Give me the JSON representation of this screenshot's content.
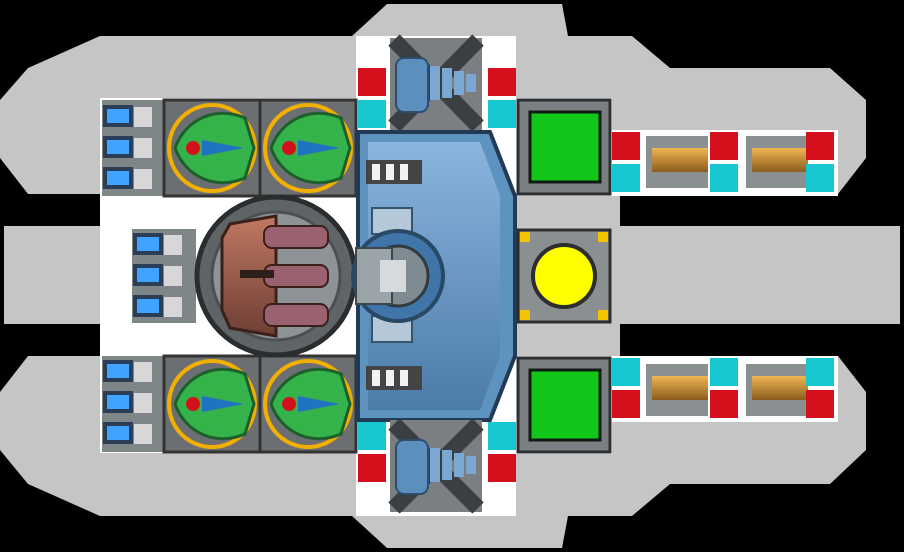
{
  "scene": {
    "background_color": "#000000",
    "hull_color": "#c5c5c5",
    "panel_color": "#ffffff"
  },
  "modules": {
    "thruster_rows": [
      "thruster-top-left",
      "thruster-middle-left",
      "thruster-bottom-left"
    ],
    "green_turrets": [
      "turret-top-1",
      "turret-top-2",
      "turret-bottom-1",
      "turret-bottom-2"
    ],
    "core": "core-reactor",
    "generator": "energy-orb",
    "screens": [
      "screen-top",
      "screen-bottom"
    ],
    "cannons": [
      "cannon-top-1",
      "cannon-top-2",
      "cannon-bottom-1",
      "cannon-bottom-2"
    ]
  },
  "colors": {
    "turret_green": "#34b34a",
    "turret_ring": "#f1b000",
    "core_blue": "#6f9ec7",
    "screen_green": "#12c61a",
    "orb_yellow": "#ffff00",
    "red_block": "#d4101d",
    "cyan_block": "#16c6d1",
    "cannon_orange": "#c98b27"
  }
}
